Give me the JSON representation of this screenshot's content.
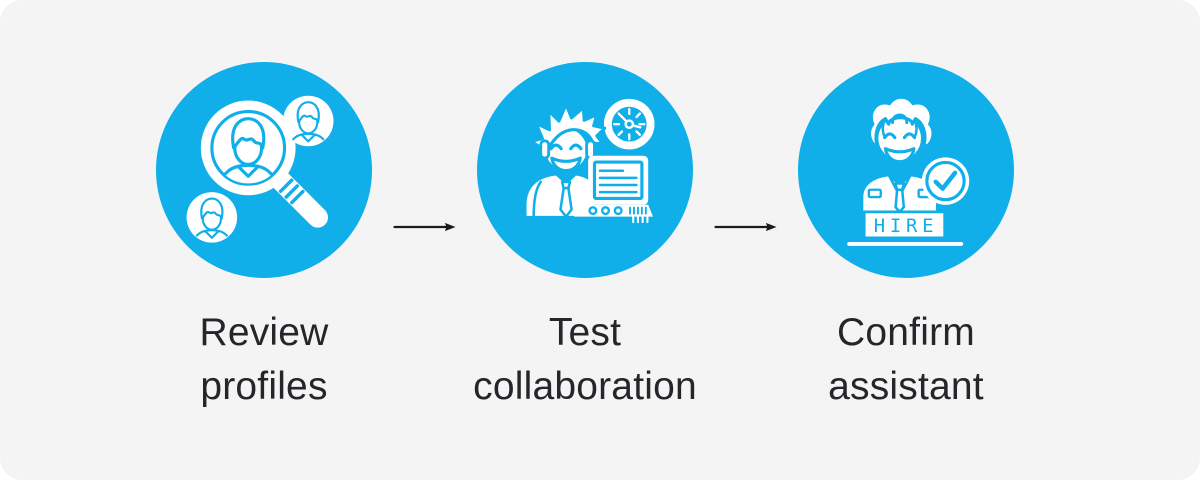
{
  "colors": {
    "page_background": "#ffffff",
    "panel_background": "#f4f4f5",
    "circle_fill": "#10afea",
    "arrow": "#1b1b1b",
    "label_text": "#26262a"
  },
  "steps": [
    {
      "id": "review-profiles",
      "icon": "profiles-search-icon",
      "label_lines": [
        "Review",
        "profiles"
      ]
    },
    {
      "id": "test-collaboration",
      "icon": "collaboration-test-icon",
      "label_lines": [
        "Test",
        "collaboration"
      ]
    },
    {
      "id": "confirm-assistant",
      "icon": "hire-confirm-icon",
      "label_lines": [
        "Confirm",
        "assistant"
      ],
      "sign_text": "HIRE"
    }
  ]
}
